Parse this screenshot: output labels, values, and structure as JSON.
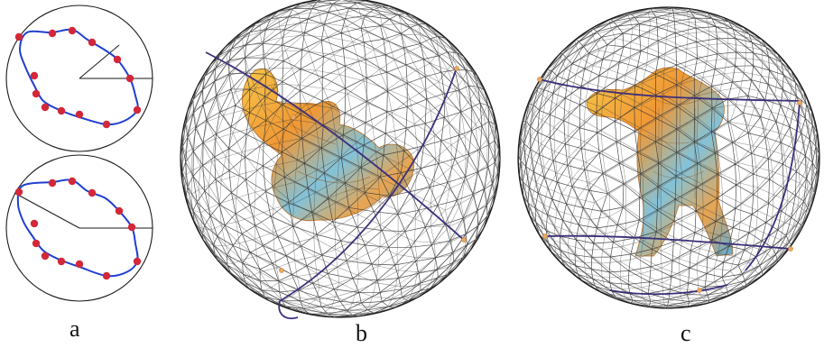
{
  "figure": {
    "panel_labels": {
      "a": "a",
      "b": "b",
      "c": "c"
    }
  },
  "colors": {
    "outline": "#1a1a1a",
    "contour": "#1f3fd0",
    "marker": "#d2283a",
    "mesh": "#3a3a3a",
    "great_circle": "#3b2f7a",
    "vertex_marker": "#e8a860",
    "model_warm": "#f2a23a",
    "model_cool": "#5fb0d8"
  },
  "icons": {
    "panel_a_top": "contour-with-radial-segments",
    "panel_a_bottom": "contour-with-radial-segments",
    "panel_b": "wireframe-sphere-with-3d-model",
    "panel_c": "wireframe-sphere-with-3d-model"
  }
}
